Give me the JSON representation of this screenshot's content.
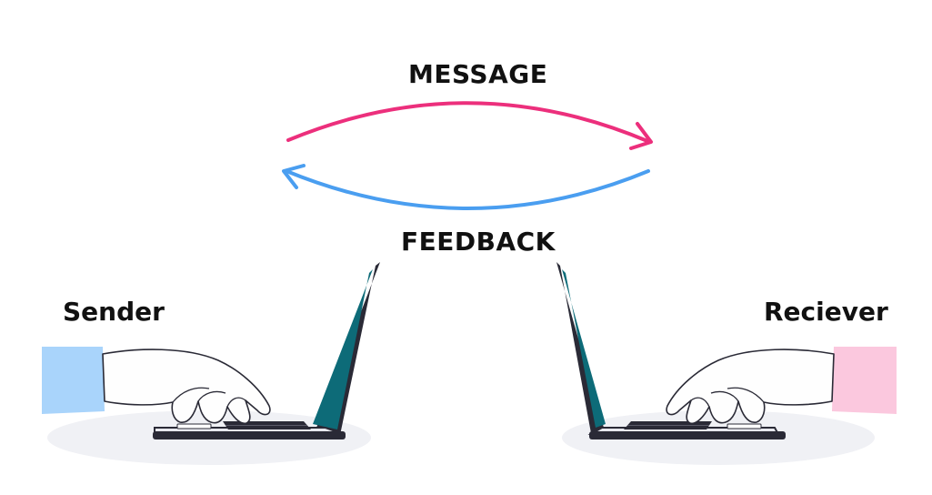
{
  "labels": {
    "message": "MESSAGE",
    "feedback": "FEEDBACK",
    "sender": "Sender",
    "receiver": "Reciever"
  },
  "colors": {
    "message_arrow": "#ec2f7c",
    "feedback_arrow": "#4a9ef0",
    "laptop_body": "#2a2a36",
    "laptop_screen": "#0d6b78",
    "sender_sleeve": "#a9d4fb",
    "receiver_sleeve": "#fbc8de",
    "shadow": "#f0f1f5"
  },
  "icons": {
    "sender_laptop": "laptop-icon",
    "receiver_laptop": "laptop-icon",
    "sender_hand": "typing-hand-icon",
    "receiver_hand": "typing-hand-icon"
  }
}
